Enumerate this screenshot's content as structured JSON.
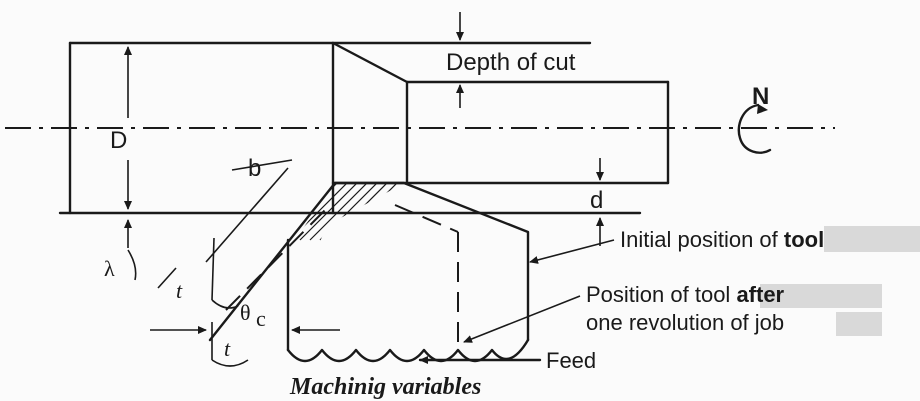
{
  "labels": {
    "depth_of_cut": "Depth of cut",
    "N": "N",
    "D": "D",
    "b": "b",
    "d": "d",
    "lambda": "λ",
    "t1": "t",
    "t2": "t",
    "theta_c": "θ",
    "theta_sub": "c",
    "initial_pos_a": "Initial position of ",
    "initial_pos_b": "tool",
    "after_l1a": "Position of tool ",
    "after_l1b": "after",
    "after_l2a": "one revolution of ",
    "after_l2b": "job",
    "feed": "Feed",
    "caption": "Machinig variables"
  },
  "colors": {
    "ink": "#1a1a1a",
    "highlight": "#d9d9d9"
  }
}
